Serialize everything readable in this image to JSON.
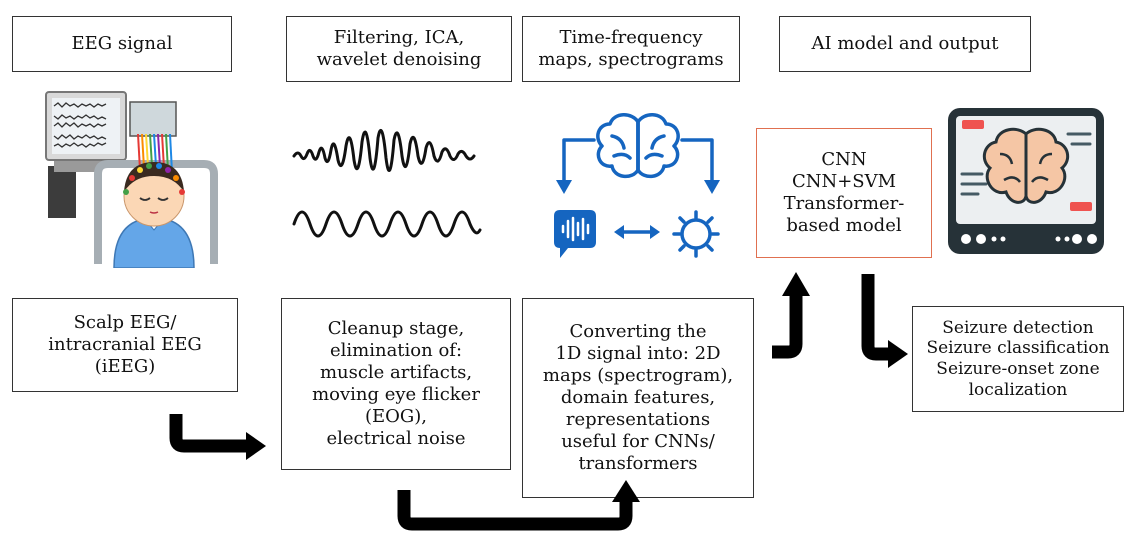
{
  "headers": {
    "eeg_signal": [
      "EEG signal"
    ],
    "filtering": [
      "Filtering, ICA,",
      "wavelet denoising"
    ],
    "time_freq": [
      "Time-frequency",
      "maps, spectrograms"
    ],
    "ai_model": [
      "AI model and output"
    ]
  },
  "boxes": {
    "scalp": [
      "Scalp EEG/",
      "intracranial EEG",
      "(iEEG)"
    ],
    "cleanup": [
      "Cleanup stage,",
      "elimination of:",
      "muscle artifacts,",
      "moving eye flicker",
      "(EOG),",
      "electrical noise"
    ],
    "converting": [
      "Converting the",
      "1D signal into: 2D",
      "maps (spectrogram),",
      "domain features,",
      "representations",
      "useful for CNNs/",
      "transformers"
    ],
    "models": [
      "CNN",
      "CNN+SVM",
      "Transformer-",
      "based model"
    ],
    "outputs": [
      "Seizure detection",
      "Seizure classification",
      "Seizure-onset zone",
      "localization"
    ]
  },
  "icons": {
    "eeg_patient": "person-with-eeg-electrodes-illustration",
    "waves": "noisy-and-clean-wave-icons",
    "pipeline": "brain-audio-gear-icon",
    "monitor": "brain-on-monitor-icon"
  },
  "colors": {
    "icon_blue": "#1565c0",
    "box_accent": "#e07050",
    "arrow": "#000000"
  }
}
